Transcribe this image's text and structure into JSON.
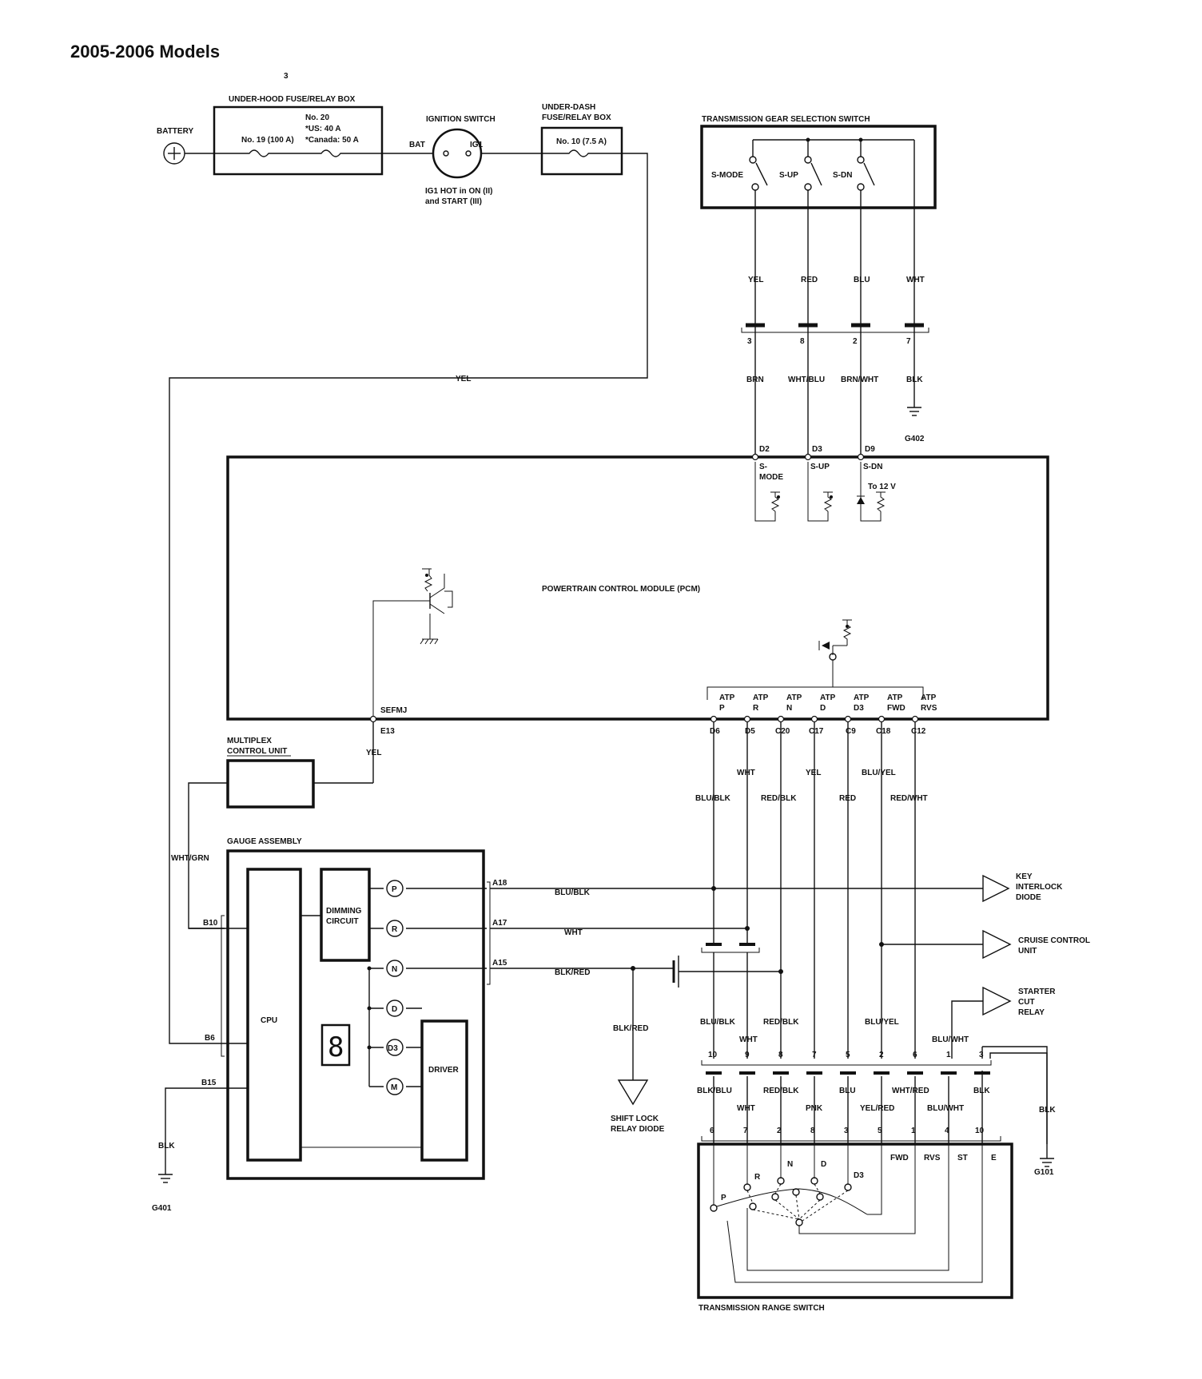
{
  "title": "2005-2006 Models",
  "stray_mark": "3",
  "battery": {
    "label": "BATTERY"
  },
  "under_hood": {
    "label": "UNDER-HOOD FUSE/RELAY BOX",
    "fuse19": "No. 19 (100 A)",
    "fuse20": "No. 20",
    "fuse20_us": "*US: 40 A",
    "fuse20_canada": "*Canada: 50 A"
  },
  "ignition": {
    "label": "IGNITION SWITCH",
    "bat": "BAT",
    "ig1": "IG1",
    "note1": "IG1 HOT in ON (II)",
    "note2": "and START (III)"
  },
  "under_dash": {
    "label1": "UNDER-DASH",
    "label2": "FUSE/RELAY BOX",
    "fuse": "No. 10 (7.5 A)"
  },
  "gear_switch": {
    "label": "TRANSMISSION GEAR SELECTION SWITCH",
    "switches": [
      "S-MODE",
      "S-UP",
      "S-DN"
    ],
    "wires_top": [
      "YEL",
      "RED",
      "BLU",
      "WHT"
    ],
    "pins": [
      "3",
      "8",
      "2",
      "7"
    ],
    "wires_bottom": [
      "BRN",
      "WHT/BLU",
      "BRN/WHT",
      "BLK"
    ],
    "ground": "G402"
  },
  "pcm": {
    "label": "POWERTRAIN CONTROL MODULE (PCM)",
    "top_pins": [
      "D2",
      "D3",
      "D9"
    ],
    "top_names": [
      "S-",
      "MODE",
      "S-UP",
      "S-DN"
    ],
    "to12v": "To 12 V",
    "sefmj": "SEFMJ",
    "e13": "E13",
    "atp": [
      "ATP",
      "ATP",
      "ATP",
      "ATP",
      "ATP",
      "ATP",
      "ATP"
    ],
    "atp_sub": [
      "P",
      "R",
      "N",
      "D",
      "D3",
      "FWD",
      "RVS"
    ],
    "atp_pins": [
      "D6",
      "D5",
      "C20",
      "C17",
      "C9",
      "C18",
      "C12"
    ]
  },
  "yel_main": "YEL",
  "yel_mcu": "YEL",
  "mcu": {
    "label1": "MULTIPLEX",
    "label2": "CONTROL UNIT"
  },
  "wht_grn": "WHT/GRN",
  "gauge": {
    "label": "GAUGE ASSEMBLY",
    "cpu": "CPU",
    "dimming1": "DIMMING",
    "dimming2": "CIRCUIT",
    "driver": "DRIVER",
    "indicators": [
      "P",
      "R",
      "N",
      "D",
      "D3",
      "M"
    ],
    "digit": "8",
    "left_pins": [
      "B10",
      "B6",
      "B15"
    ],
    "right_pins": [
      "A18",
      "A17",
      "A15"
    ]
  },
  "ground_g401": {
    "wire": "BLK",
    "label": "G401"
  },
  "mid_wires": {
    "blu_blk": "BLU/BLK",
    "wht": "WHT",
    "blk_red": "BLK/RED"
  },
  "pcm_out_wires": {
    "row1": [
      "WHT",
      "YEL",
      "BLU/YEL"
    ],
    "row2": [
      "BLU/BLK",
      "RED/BLK",
      "RED",
      "RED/WHT"
    ]
  },
  "key_interlock": [
    "KEY",
    "INTERLOCK",
    "DIODE"
  ],
  "cruise": [
    "CRUISE CONTROL",
    "UNIT"
  ],
  "starter": [
    "STARTER",
    "CUT",
    "RELAY"
  ],
  "shift_lock": {
    "wire": "BLK/RED",
    "label1": "SHIFT LOCK",
    "label2": "RELAY DIODE"
  },
  "connector_upper": {
    "wires_a": [
      "BLU/BLK",
      "RED/BLK",
      "BLU/YEL",
      "BLU/WHT"
    ],
    "wht": "WHT",
    "pins": [
      "10",
      "9",
      "8",
      "7",
      "5",
      "2",
      "6",
      "1",
      "3"
    ]
  },
  "connector_lower": {
    "wires_a": [
      "BLK/BLU",
      "RED/BLK",
      "BLU",
      "WHT/RED",
      "BLK"
    ],
    "wires_b": [
      "WHT",
      "PNK",
      "YEL/RED",
      "BLU/WHT"
    ],
    "pins": [
      "6",
      "7",
      "2",
      "8",
      "3",
      "5",
      "1",
      "4",
      "10"
    ]
  },
  "g101": {
    "wire": "BLK",
    "label": "G101"
  },
  "range_switch": {
    "label": "TRANSMISSION RANGE SWITCH",
    "top_labels": [
      "FWD",
      "RVS",
      "ST",
      "E"
    ],
    "positions": [
      "P",
      "R",
      "N",
      "D",
      "D3"
    ]
  }
}
